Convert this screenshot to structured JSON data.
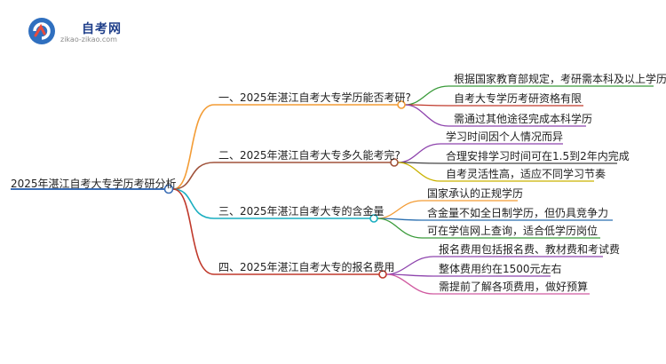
{
  "logo": {
    "name": "自考网",
    "url": "zikao-zikao.com",
    "icon": "zikao-logo-icon"
  },
  "root": {
    "label": "2025年湛江自考大专学历考研分析",
    "color": "#3a6db5"
  },
  "branches": [
    {
      "label": "一、2025年湛江自考大专学历能否考研?",
      "color": "#f39c35",
      "children": [
        {
          "label": "根据国家教育部规定，考研需本科及以上学历",
          "color": "#3a9b3a"
        },
        {
          "label": "自考大专学历考研资格有限",
          "color": "#c0392b"
        },
        {
          "label": "需通过其他途径完成本科学历",
          "color": "#8e44ad"
        }
      ]
    },
    {
      "label": "二、2025年湛江自考大专多久能考完?",
      "color": "#a0523a",
      "children": [
        {
          "label": "学习时间因个人情况而异",
          "color": "#8e44ad"
        },
        {
          "label": "合理安排学习时间可在1.5到2年内完成",
          "color": "#444444"
        },
        {
          "label": "自考灵活性高，适应不同学习节奏",
          "color": "#c9b200"
        }
      ]
    },
    {
      "label": "三、2025年湛江自考大专的含金量",
      "color": "#1aaec0",
      "children": [
        {
          "label": "国家承认的正规学历",
          "color": "#f39c35"
        },
        {
          "label": "含金量不如全日制学历，但仍具竞争力",
          "color": "#2a6fb0"
        },
        {
          "label": "可在学信网上查询，适合低学历岗位",
          "color": "#3a9b3a"
        }
      ]
    },
    {
      "label": "四、2025年湛江自考大专的报名费用",
      "color": "#c0392b",
      "children": [
        {
          "label": "报名费用包括报名费、教材费和考试费",
          "color": "#8e44ad"
        },
        {
          "label": "整体费用约在1500元左右",
          "color": "#8e44ad"
        },
        {
          "label": "需提前了解各项费用，做好预算",
          "color": "#d05aa0"
        }
      ]
    }
  ]
}
